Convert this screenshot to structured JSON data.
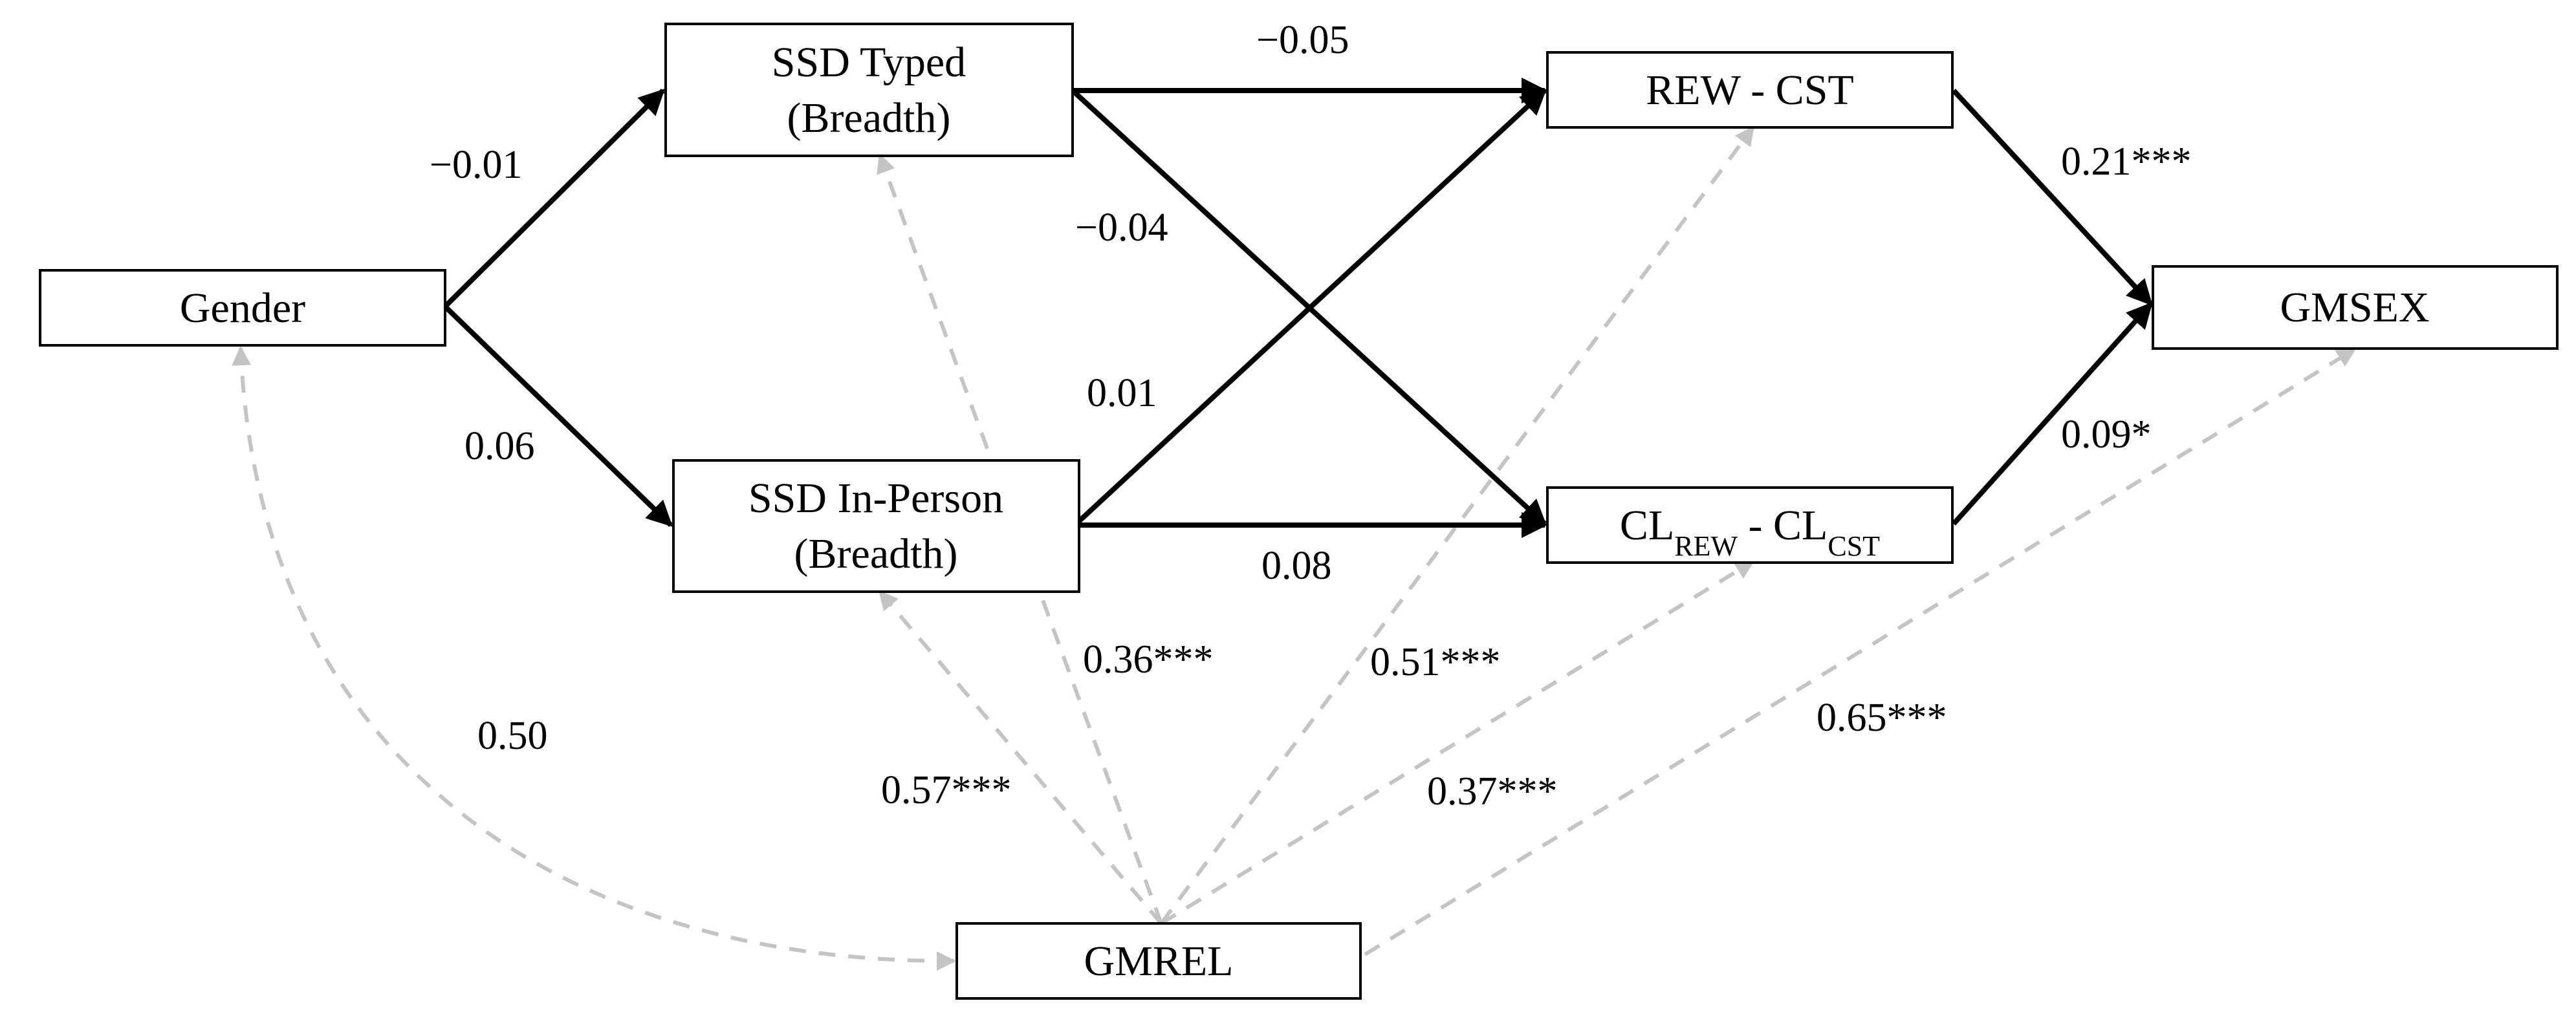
{
  "nodes": {
    "gender": "Gender",
    "ssd_typed": {
      "line1": "SSD Typed",
      "line2": "(Breadth)"
    },
    "ssd_inperson": {
      "line1": "SSD In-Person",
      "line2": "(Breadth)"
    },
    "rew_cst": "REW - CST",
    "cl_diff": {
      "cl1": "CL",
      "sub1": "REW",
      "mid": " - ",
      "cl2": "CL",
      "sub2": "CST"
    },
    "gmsex": "GMSEX",
    "gmrel": "GMREL"
  },
  "paths": {
    "gender_to_typed": "−0.01",
    "gender_to_inperson": "0.06",
    "typed_to_rew": "−0.05",
    "typed_to_cl": "−0.04",
    "inperson_to_rew": "0.01",
    "inperson_to_cl": "0.08",
    "rew_to_gmsex": "0.21***",
    "cl_to_gmsex": "0.09*"
  },
  "correlations": {
    "gmrel_gender": "0.50",
    "gmrel_inperson": "0.57***",
    "gmrel_typed": "0.36***",
    "gmrel_rew": "0.51***",
    "gmrel_cl": "0.37***",
    "gmrel_gmsex": "0.65***"
  },
  "colors": {
    "solid_path": "#000000",
    "dashed_path": "#c4c4c4",
    "box_border": "#000000"
  }
}
